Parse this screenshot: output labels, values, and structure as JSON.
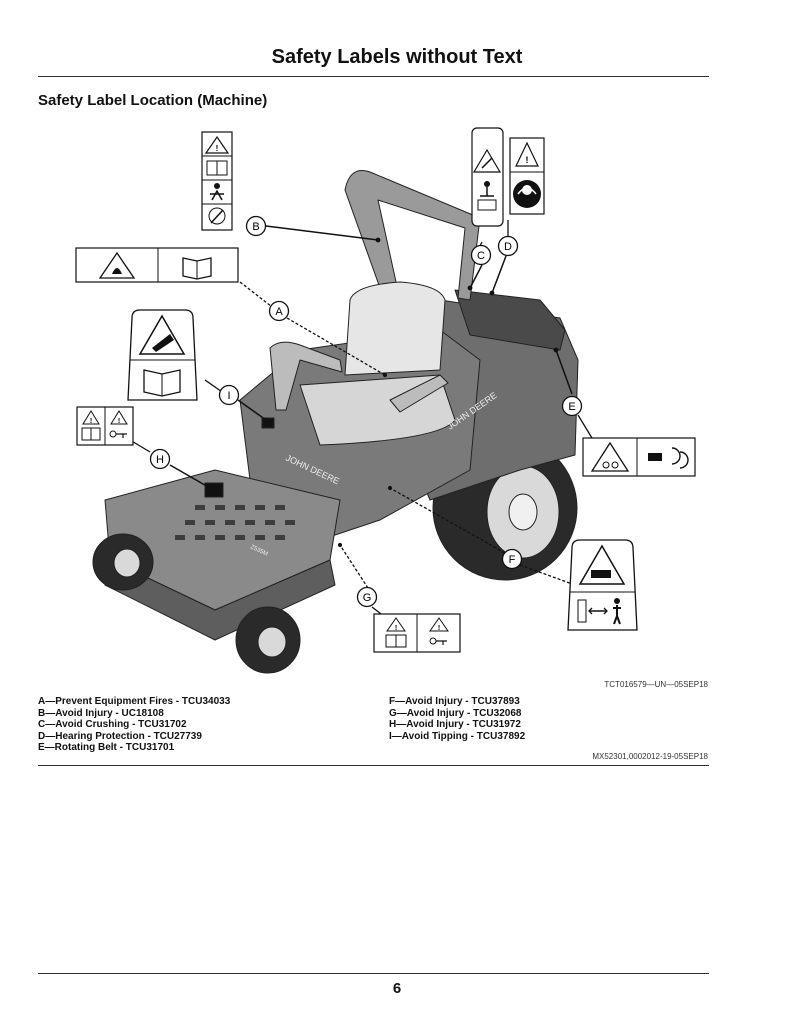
{
  "page": {
    "title": "Safety Labels without Text",
    "subtitle": "Safety Label Location (Machine)",
    "figure_id": "TCT016579—UN—05SEP18",
    "doc_id": "MX52301,0002012-19-05SEP18",
    "page_number": "6"
  },
  "machine": {
    "brand_side": "JOHN DEERE",
    "brand_rear": "JOHN DEERE",
    "model_label": "Z535M"
  },
  "callouts": {
    "A": "A",
    "B": "B",
    "C": "C",
    "D": "D",
    "E": "E",
    "F": "F",
    "G": "G",
    "H": "H",
    "I": "I"
  },
  "legend_left": [
    "A—Prevent Equipment Fires - TCU34033",
    "B—Avoid Injury - UC18108",
    "C—Avoid Crushing - TCU31702",
    "D—Hearing Protection - TCU27739",
    "E—Rotating Belt - TCU31701"
  ],
  "legend_right": [
    "F—Avoid Injury - TCU37893",
    "G—Avoid Injury - TCU32068",
    "H—Avoid Injury - TCU31972",
    "I—Avoid Tipping - TCU37892"
  ]
}
